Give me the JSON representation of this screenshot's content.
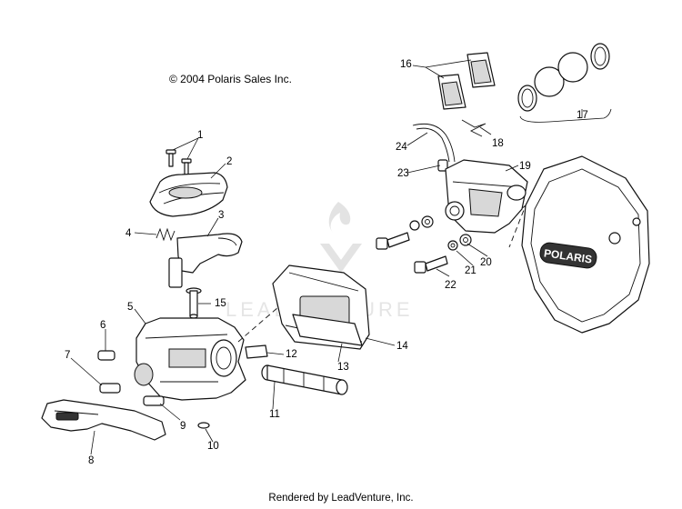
{
  "copyright": "© 2004 Polaris Sales Inc.",
  "footer": "Rendered by LeadVenture, Inc.",
  "watermark": "LEADVENTURE",
  "logo_text": "POLARIS",
  "callouts": [
    "1",
    "2",
    "3",
    "4",
    "5",
    "6",
    "7",
    "8",
    "9",
    "10",
    "11",
    "12",
    "13",
    "14",
    "15",
    "16",
    "17",
    "18",
    "19",
    "20",
    "21",
    "22",
    "23",
    "24"
  ]
}
